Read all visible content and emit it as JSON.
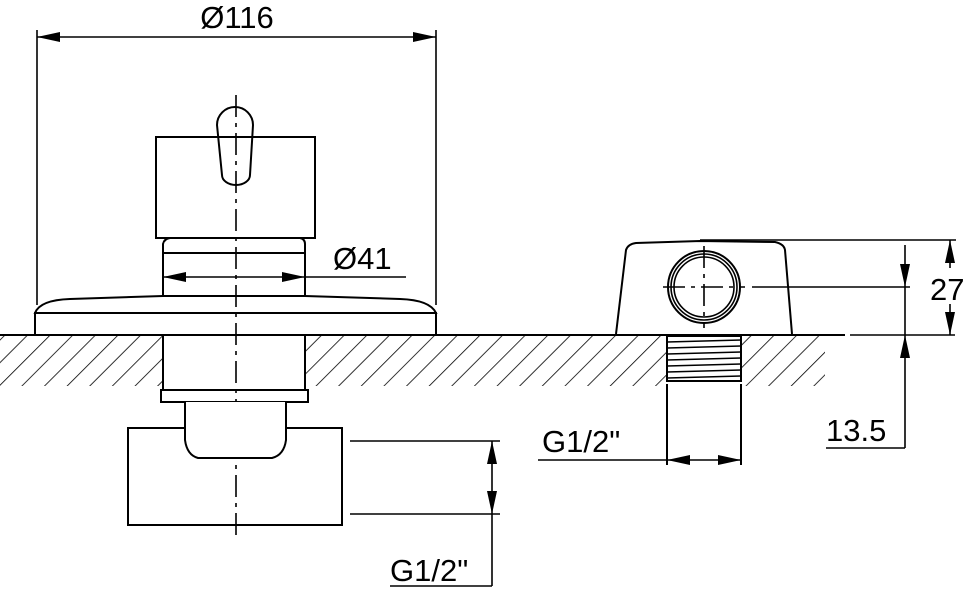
{
  "drawing": {
    "title": "Concealed mixer valve dimensional drawing",
    "dimensions": {
      "overall_diameter": "Ø116",
      "neck_diameter": "Ø41",
      "outlet_thread_left": "G1/2\"",
      "outlet_thread_right": "G1/2\"",
      "outlet_height": "27",
      "thread_depth": "13.5"
    },
    "colors": {
      "line": "#000000",
      "background": "#ffffff"
    }
  }
}
